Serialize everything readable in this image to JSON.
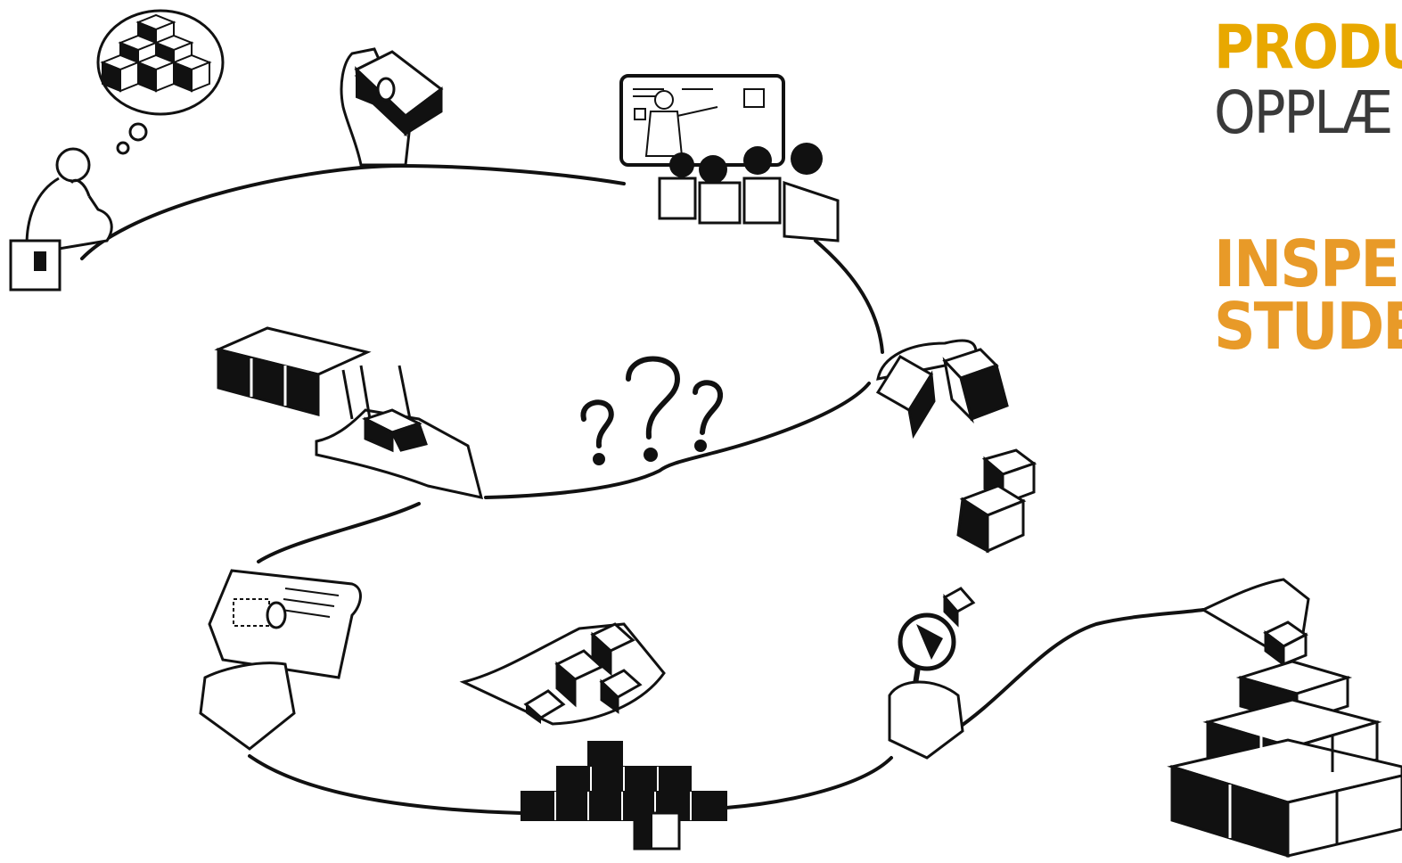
{
  "title": {
    "line1": "PRODU",
    "line2": "OPPLÆ",
    "line3": "INSPE",
    "line4": "STUDE"
  },
  "colors": {
    "title_gold": "#E8A800",
    "title_orange": "#E89A28",
    "title_gray": "#3a3a3a",
    "ink": "#111111"
  },
  "illustration": {
    "stations": [
      "thinker-icon",
      "hand-holding-cube-icon",
      "presentation-audience-icon",
      "hands-exchanging-cubes-icon",
      "falling-cubes-icon",
      "question-marks-icon",
      "open-hand-cubes-icon",
      "document-scroll-icon",
      "handful-of-cubes-icon",
      "stepped-cube-pile-icon",
      "magnifying-glass-icon",
      "cube-pyramid-icon"
    ]
  }
}
